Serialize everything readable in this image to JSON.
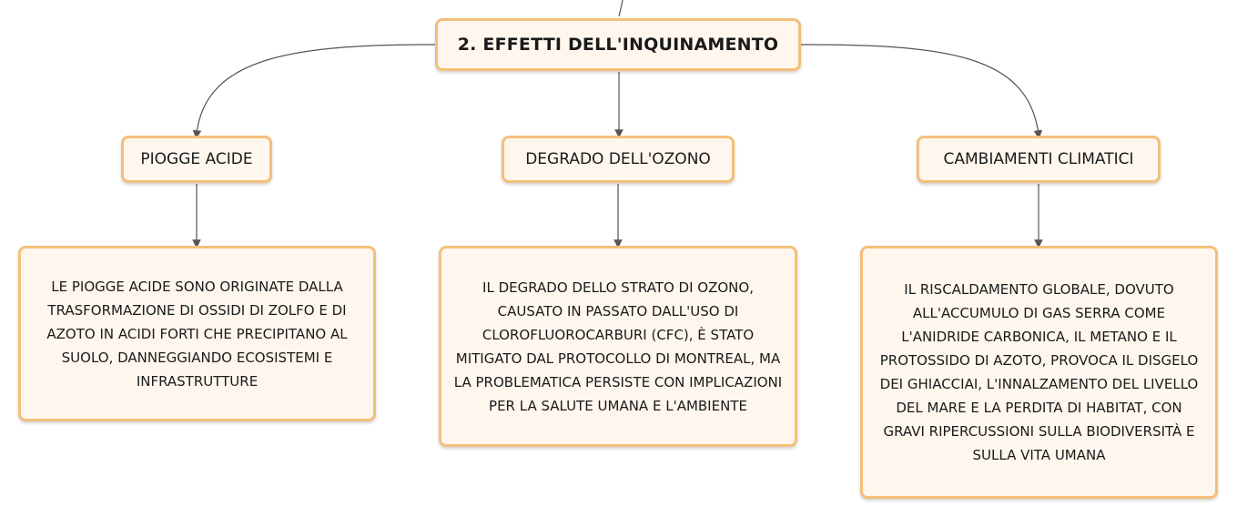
{
  "root": {
    "title": "2. EFFETTI DELL'INQUINAMENTO"
  },
  "branches": [
    {
      "label": "PIOGGE ACIDE",
      "description": "LE PIOGGE ACIDE SONO ORIGINATE DALLA TRASFORMAZIONE DI OSSIDI DI ZOLFO E DI AZOTO IN ACIDI FORTI CHE PRECIPITANO AL SUOLO, DANNEGGIANDO ECOSISTEMI E INFRASTRUTTURE"
    },
    {
      "label": "DEGRADO DELL'OZONO",
      "description": "IL DEGRADO DELLO STRATO DI OZONO, CAUSATO IN PASSATO DALL'USO DI CLOROFLUOROCARBURI (CFC), È STATO MITIGATO DAL PROTOCOLLO DI MONTREAL, MA LA PROBLEMATICA PERSISTE CON IMPLICAZIONI PER LA SALUTE UMANA E L'AMBIENTE"
    },
    {
      "label": "CAMBIAMENTI CLIMATICI",
      "description": "IL RISCALDAMENTO GLOBALE, DOVUTO ALL'ACCUMULO DI GAS SERRA COME L'ANIDRIDE CARBONICA, IL METANO E IL PROTOSSIDO DI AZOTO, PROVOCA IL DISGELO DEI GHIACCIAI, L'INNALZAMENTO DEL LIVELLO DEL MARE E LA PERDITA DI HABITAT, CON GRAVI RIPERCUSSIONI SULLA BIODIVERSITÀ E SULLA VITA UMANA"
    }
  ],
  "colors": {
    "node_fill": "#fff7ee",
    "node_border": "#f5bf7a",
    "connector": "#555555"
  }
}
